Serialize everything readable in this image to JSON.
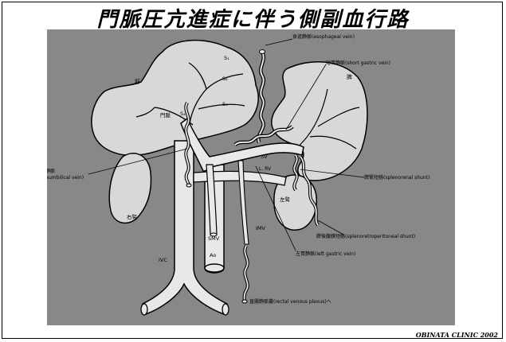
{
  "title": "門脈圧亢進症に伴う側副血行路",
  "credit": "OBINATA CLINIC 2002",
  "colors": {
    "background": "#888888",
    "organ_fill": "#d8d8d8",
    "vessel_fill": "#e8e8e8",
    "outline": "#000000"
  },
  "labels": {
    "esophageal_vein": "食道静脈(esophageal vein)",
    "short_gastric_vein": "短胃静脈(short gastric vein)",
    "paraumbilical_vein": "臍傍静脈\n(paraumbilical vein)",
    "splenorenal_shunt": "脾腎短絡(splenorenal shunt)",
    "splenoretroperitoneal_shunt": "脾後腹膜短絡(splenoretroperitoneal shunt)",
    "left_gastric_vein": "左胃静脈(left gastric vein)",
    "rectal_venous_plexus": "直腸静脈叢(rectal venous plexus)へ",
    "liver": "肝",
    "spleen": "脾",
    "portal_vein": "門脈",
    "right_kidney": "右腎",
    "left_kidney": "左腎",
    "s1": "S₁",
    "s2": "S₂",
    "s3": "S₃",
    "s4": "S₄",
    "sv": "SV",
    "lrv": "L. RV",
    "smv": "SMV",
    "imv": "IMV",
    "ao": "Ao",
    "ivc": "IVC"
  }
}
